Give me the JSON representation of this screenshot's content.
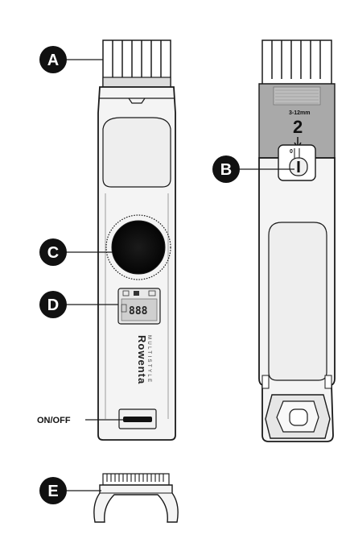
{
  "callouts": {
    "a": "A",
    "b": "B",
    "c": "C",
    "d": "D",
    "e": "E"
  },
  "labels": {
    "on_off": "ON/OFF"
  },
  "brand": {
    "name": "Rowenta",
    "subline": "MULTISTYLE"
  },
  "display": {
    "digits": "888"
  },
  "comb_setting": {
    "range": "3-12mm",
    "value": "2",
    "slider_mark": "0"
  },
  "colors": {
    "callout_fill": "#111111",
    "body_fill": "#f4f4f4",
    "comb_gray": "#a9a9a9",
    "outline": "#1a1a1a"
  }
}
